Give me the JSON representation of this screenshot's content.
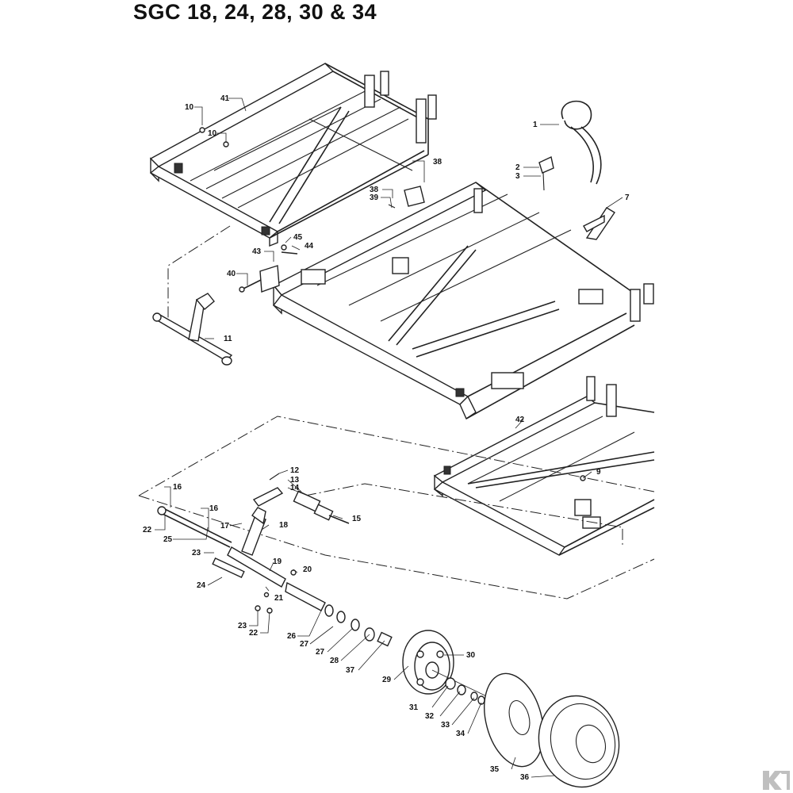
{
  "title": "SGC 18, 24, 28, 30 & 34",
  "part_labels": {
    "p1": "1",
    "p2": "2",
    "p3": "3",
    "p7": "7",
    "p9": "9",
    "p10a": "10",
    "p10b": "10",
    "p11": "11",
    "p12": "12",
    "p13": "13",
    "p14": "14",
    "p15": "15",
    "p16a": "16",
    "p16b": "16",
    "p17": "17",
    "p18": "18",
    "p19": "19",
    "p20": "20",
    "p21": "21",
    "p22a": "22",
    "p22b": "22",
    "p23a": "23",
    "p23b": "23",
    "p24": "24",
    "p25": "25",
    "p26": "26",
    "p27a": "27",
    "p27b": "27",
    "p28": "28",
    "p29": "29",
    "p30": "30",
    "p31": "31",
    "p32": "32",
    "p33": "33",
    "p34": "34",
    "p35": "35",
    "p36": "36",
    "p37": "37",
    "p38a": "38",
    "p38b": "38",
    "p39": "39",
    "p40": "40",
    "p41": "41",
    "p42": "42",
    "p43": "43",
    "p44": "44",
    "p45": "45"
  },
  "logo": {
    "name": "brand-logo",
    "color": "#bfbfbf"
  }
}
